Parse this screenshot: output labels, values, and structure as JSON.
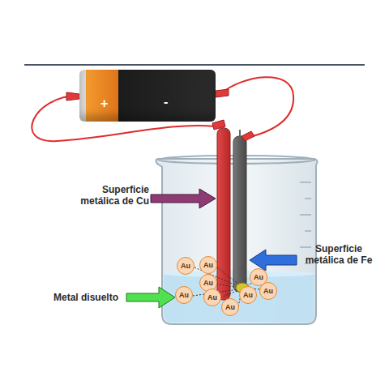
{
  "diagram": {
    "nodes": [
      {
        "text": [
          "+",
          "-"
        ]
      },
      {
        "text": [
          "Au"
        ]
      },
      {
        "text": [
          "Au"
        ]
      },
      {
        "text": [
          "Au"
        ]
      },
      {
        "text": [
          "Au"
        ]
      },
      {
        "text": [
          "Au"
        ]
      },
      {
        "text": [
          "Au"
        ]
      },
      {
        "text": [
          "Au"
        ]
      },
      {
        "text": [
          "Au"
        ]
      },
      {
        "text": [
          "Au"
        ]
      }
    ],
    "labels": [
      "Superficie metálica de Cu",
      "Superficie metálica de Fe",
      "Metal disuelto"
    ]
  }
}
